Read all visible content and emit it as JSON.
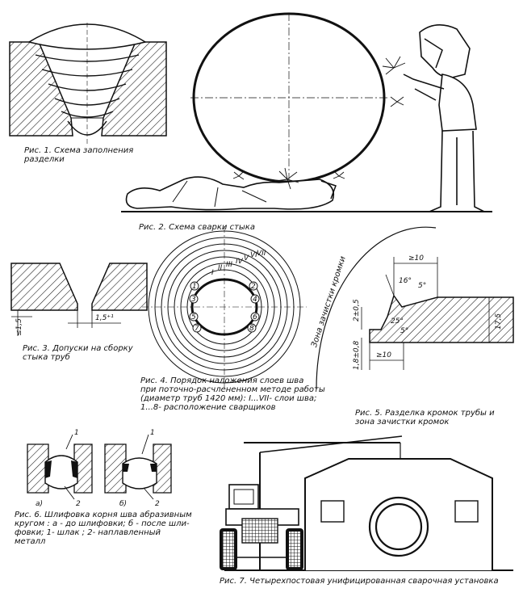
{
  "figures": {
    "fig1": {
      "caption": "Рис. 1. Схема заполнения\n разделки"
    },
    "fig2": {
      "caption": "Рис. 2. Схема сварки стыка"
    },
    "fig3": {
      "caption": "Рис. 3. Допуски на сборку\n стыка труб",
      "dim_gap": "1,5⁺¹",
      "dim_root": "≤1,5"
    },
    "fig4": {
      "caption": "Рис. 4. Порядок наложения слоев шва\nпри поточно-расчлененном методе работы\n(диаметр труб 1420 мм): I...VII- слои шва;\n1...8- расположение сварщиков",
      "layers": [
        "I",
        "II",
        "III",
        "IV",
        "V",
        "VI",
        "VII"
      ],
      "welders": [
        "1",
        "2",
        "3",
        "4",
        "5",
        "6",
        "7",
        "8"
      ]
    },
    "fig5": {
      "caption": "Рис. 5. Разделка кромок трубы и\nзона зачистки кромок",
      "zone_label": "Зона зачистки кромки",
      "dim_top": "≥10",
      "dim_angle_top": "16°",
      "dim_angle_top_tol": "5°",
      "dim_land": "2±0,5",
      "dim_angle_low": "25°",
      "dim_angle_low_tol": "5°",
      "dim_root": "1,8±0,8",
      "dim_bottom": "≥10",
      "dim_wall": "17,5"
    },
    "fig6": {
      "caption": "Рис. 6. Шлифовка корня шва абразивным\nкругом : а - до шлифовки; б - после шли-\nфовки; 1- шлак ; 2- наплавленный\nметалл",
      "label_a": "а)",
      "label_b": "б)",
      "callout_1": "1",
      "callout_2": "2"
    },
    "fig7": {
      "caption": "Рис. 7. Четырехпостовая унифицированная сварочная установка"
    }
  }
}
